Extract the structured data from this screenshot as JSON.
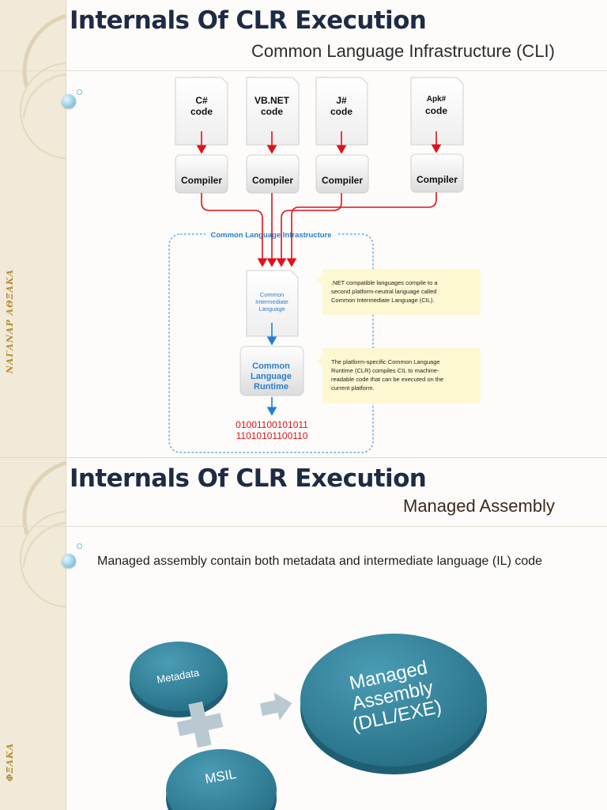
{
  "slide1": {
    "title": "Internals Of CLR Execution",
    "subtitle": "Common Language Infrastructure (CLI)",
    "diagram": {
      "sources": [
        {
          "line1": "C#",
          "line2": "code"
        },
        {
          "line1": "VB.NET",
          "line2": "code"
        },
        {
          "line1": "J#",
          "line2": "code"
        },
        {
          "line1": "Apk#",
          "line2": "code"
        }
      ],
      "compiler_label": "Compiler",
      "cli_box_label": "Common Language Infrastructure",
      "cil_doc": [
        "Common",
        "Intermediate",
        "Language"
      ],
      "clr_box": [
        "Common",
        "Language",
        "Runtime"
      ],
      "binary_lines": [
        "01001100101011",
        "11010101100110"
      ],
      "note_cil": [
        ".NET compatible languages compile to a",
        "second platform-neutral language called",
        "Common Intermediate Language (CIL)."
      ],
      "note_clr": [
        "The platform-specific Common Language",
        "Runtime (CLR) compiles CIL to machine-",
        "readable code that can be executed on the",
        "current platform."
      ]
    }
  },
  "slide2": {
    "title": "Internals Of CLR Execution",
    "subtitle": "Managed Assembly",
    "body": "Managed assembly contain both metadata and intermediate language (IL) code",
    "circles": {
      "metadata": "Metadata",
      "msil": "MSIL",
      "assembly": [
        "Managed",
        "Assembly",
        "(DLL/EXE)"
      ]
    }
  },
  "side_text": {
    "top": "ΝΑΓΑΝΑΡ ΑΘΞΑΚΑ",
    "bottom": "ΦΞΑΚΑ"
  },
  "colors": {
    "title": "#1f2b44",
    "side_band": "#f2ead8",
    "red_arrow": "#e0101c",
    "blue_arrow": "#1e7fd6",
    "cli_border": "#3f97d8",
    "note_bg": "#fdf8d2",
    "circle_teal": "#2f7f98",
    "binary": "#e0101c"
  }
}
